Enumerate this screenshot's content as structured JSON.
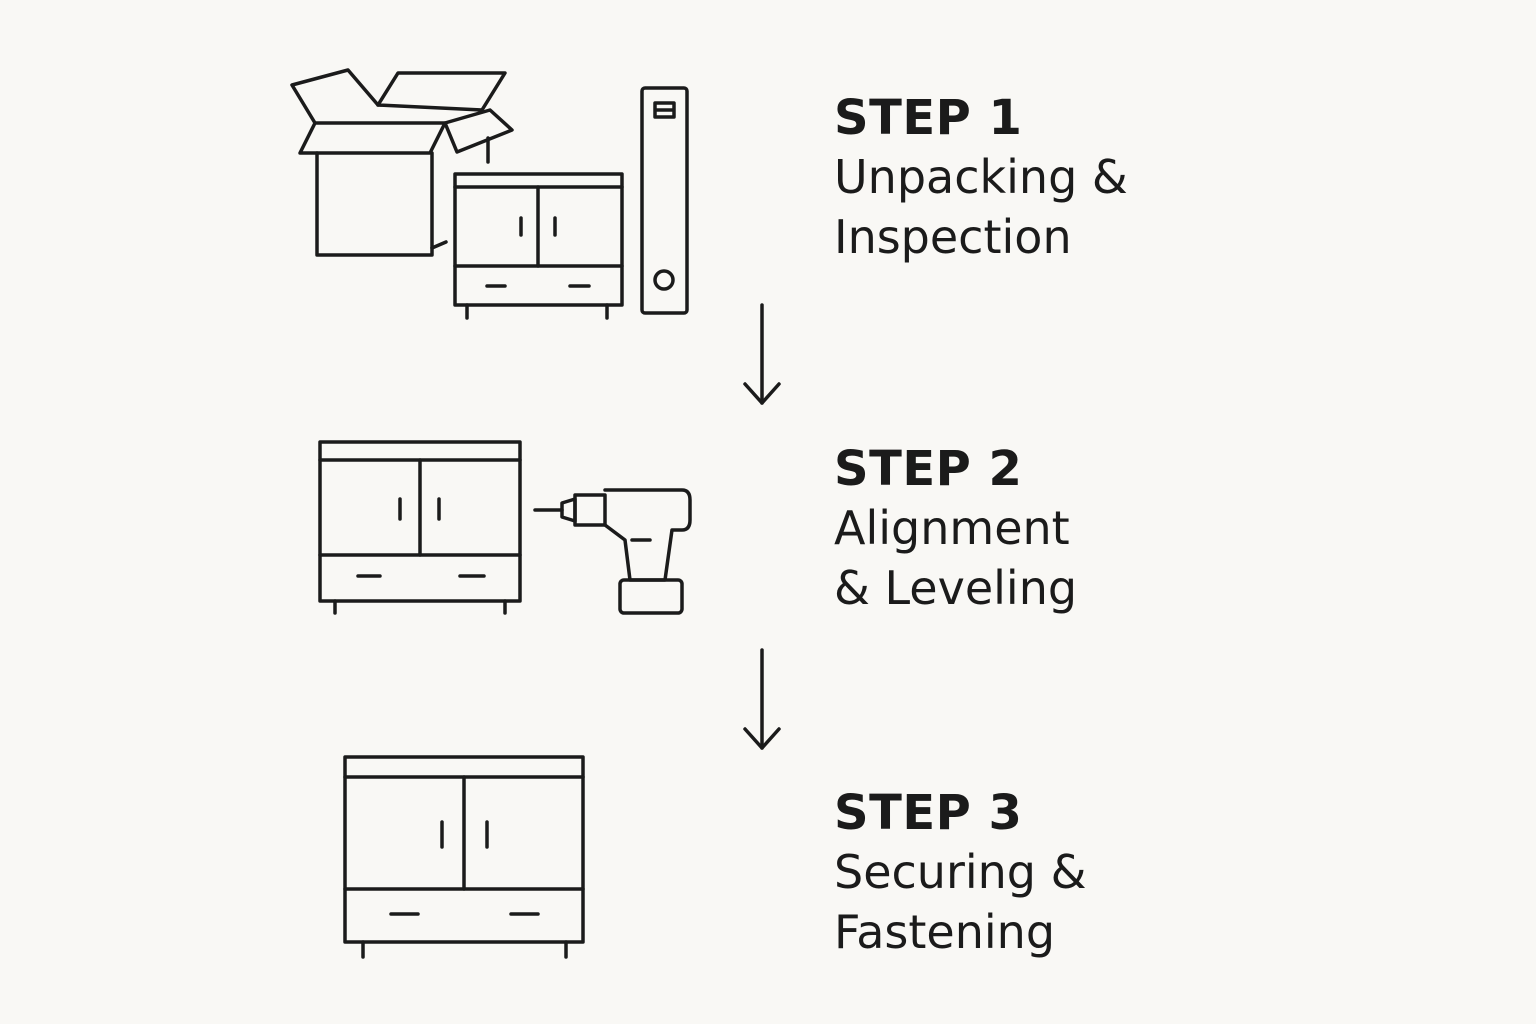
{
  "steps": [
    {
      "title": "STEP 1",
      "line1": "Unpacking &",
      "line2": "Inspection",
      "icons": [
        "open-box-icon",
        "cabinet-icon",
        "door-panel-icon"
      ]
    },
    {
      "title": "STEP 2",
      "line1": "Alignment",
      "line2": "& Leveling",
      "icons": [
        "cabinet-icon",
        "drill-icon"
      ]
    },
    {
      "title": "STEP 3",
      "line1": "Securing &",
      "line2": "Fastening",
      "icons": [
        "cabinet-icon"
      ]
    }
  ],
  "connectors": [
    "down-arrow-icon",
    "down-arrow-icon"
  ],
  "colors": {
    "background": "#f9f8f5",
    "ink": "#1b1b1b"
  }
}
